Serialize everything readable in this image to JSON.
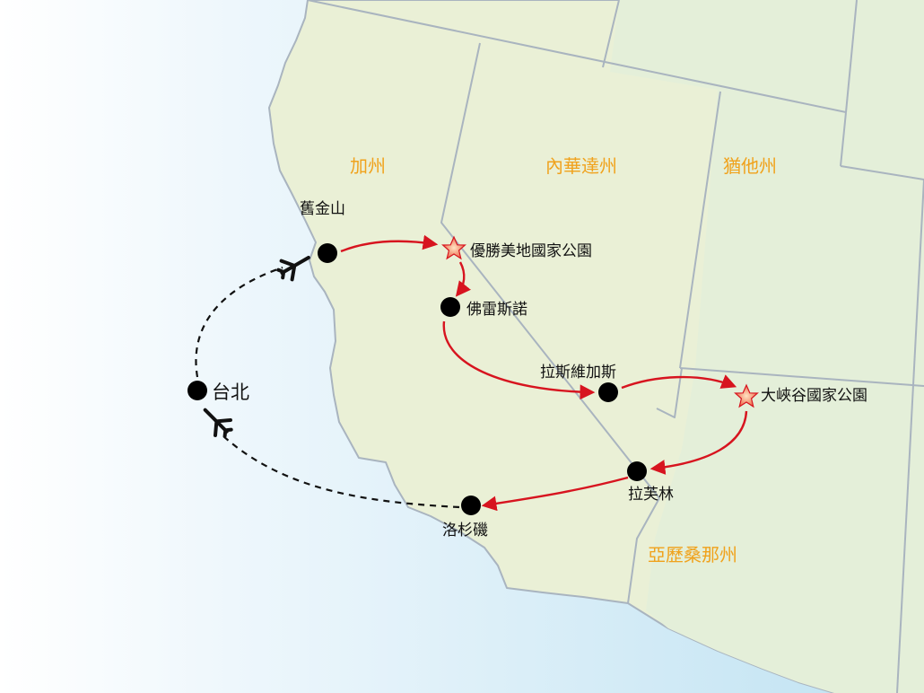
{
  "map": {
    "states": [
      "加州",
      "內華達州",
      "猶他州",
      "亞歷桑那州"
    ],
    "cities": [
      "舊金山",
      "優勝美地國家公園",
      "佛雷斯諾",
      "拉斯維加斯",
      "大峽谷國家公園",
      "拉芙林",
      "洛杉磯",
      "台北"
    ],
    "markers": {
      "city_dot": "black-circle",
      "national_park": "star-icon",
      "flight": "airplane-icon"
    },
    "colors": {
      "ground_route": "#d7141f",
      "flight_route": "#111111",
      "land": "#eaf0d6",
      "sea": "#bfe2f2",
      "state_labels": "#f0a21c",
      "borders": "#a9b4bf"
    }
  }
}
